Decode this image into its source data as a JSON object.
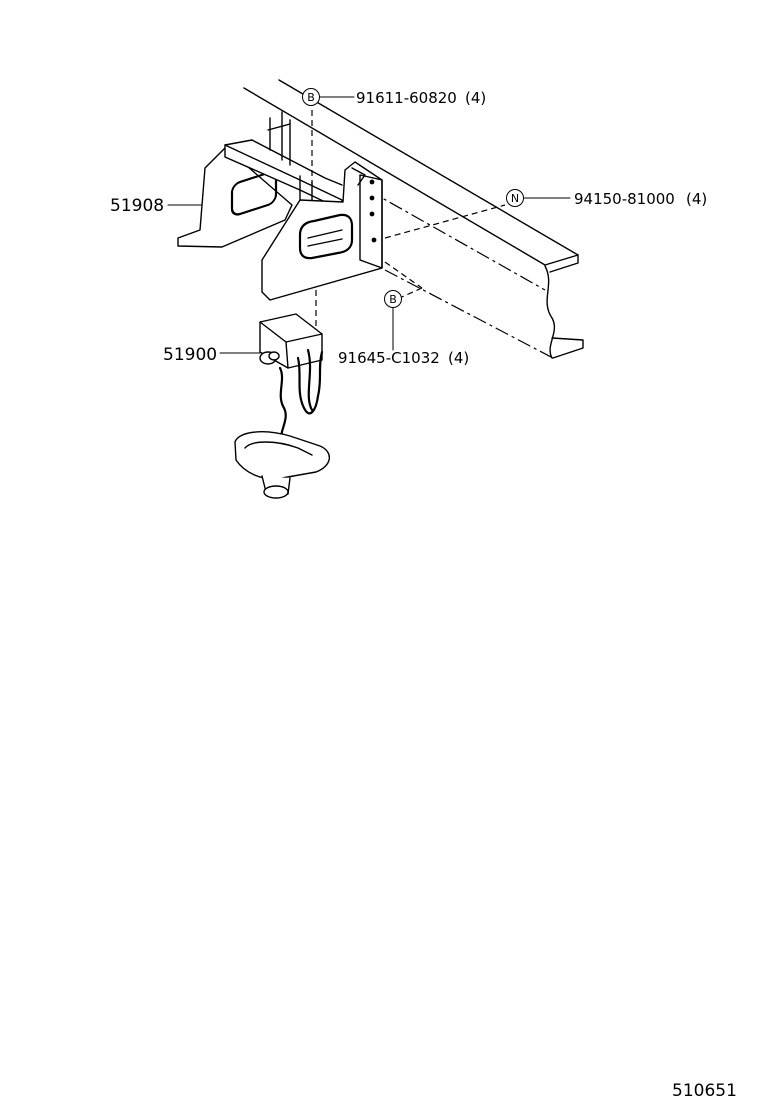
{
  "diagram": {
    "parts": {
      "hanger_assembly": {
        "number": "51908"
      },
      "carrier_assembly": {
        "number": "51900"
      }
    },
    "fasteners": {
      "bolt_upper": {
        "badge": "B",
        "part_number": "91611-60820",
        "qty": "(4)"
      },
      "nut": {
        "badge": "N",
        "part_number": "94150-81000",
        "qty": "(4)"
      },
      "bolt_lower": {
        "badge": "B",
        "part_number": "91645-C1032",
        "qty": "(4)"
      }
    },
    "figure_id": "510651"
  }
}
